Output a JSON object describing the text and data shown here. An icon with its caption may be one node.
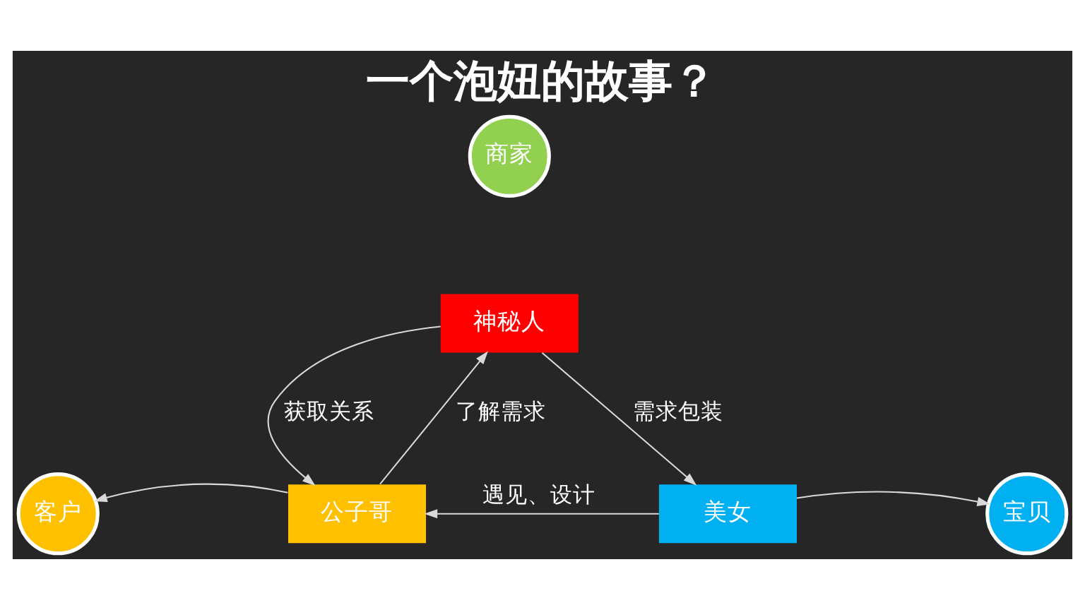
{
  "diagram": {
    "title": "一个泡妞的故事？",
    "nodes": [
      {
        "text": [
          "商家"
        ]
      },
      {
        "text": [
          "神秘人"
        ]
      },
      {
        "text": [
          "客户"
        ]
      },
      {
        "text": [
          "公子哥"
        ]
      },
      {
        "text": [
          "美女"
        ]
      },
      {
        "text": [
          "宝贝"
        ]
      }
    ],
    "edges": [
      {
        "from": 1,
        "to": 3,
        "arrow": "to",
        "label": "获取关系"
      },
      {
        "from": 3,
        "to": 1,
        "arrow": "to",
        "label": "了解需求"
      },
      {
        "from": 1,
        "to": 4,
        "arrow": "to",
        "label": "需求包装"
      },
      {
        "from": 4,
        "to": 3,
        "arrow": "to",
        "label": "遇见、设计"
      },
      {
        "from": 3,
        "to": 2,
        "arrow": "to"
      },
      {
        "from": 4,
        "to": 5,
        "arrow": "to"
      }
    ]
  }
}
